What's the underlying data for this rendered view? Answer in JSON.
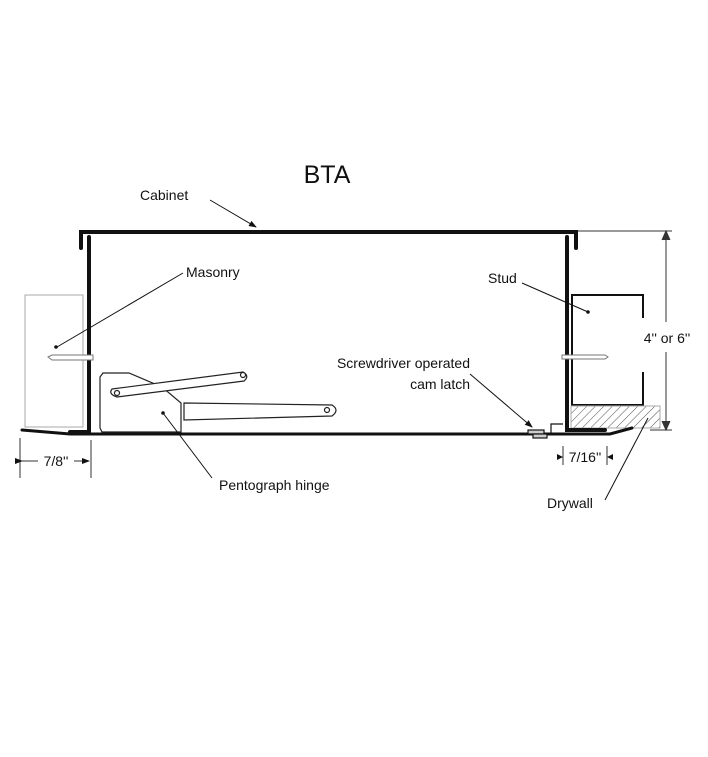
{
  "title": "BTA",
  "labels": {
    "cabinet": "Cabinet",
    "masonry": "Masonry",
    "stud": "Stud",
    "depth": "4'' or 6''",
    "latch_line1": "Screwdriver operated",
    "latch_line2": "cam latch",
    "hinge": "Pentograph hinge",
    "drywall": "Drywall",
    "masonry_flange": "7/8''",
    "drywall_flange": "7/16''"
  }
}
